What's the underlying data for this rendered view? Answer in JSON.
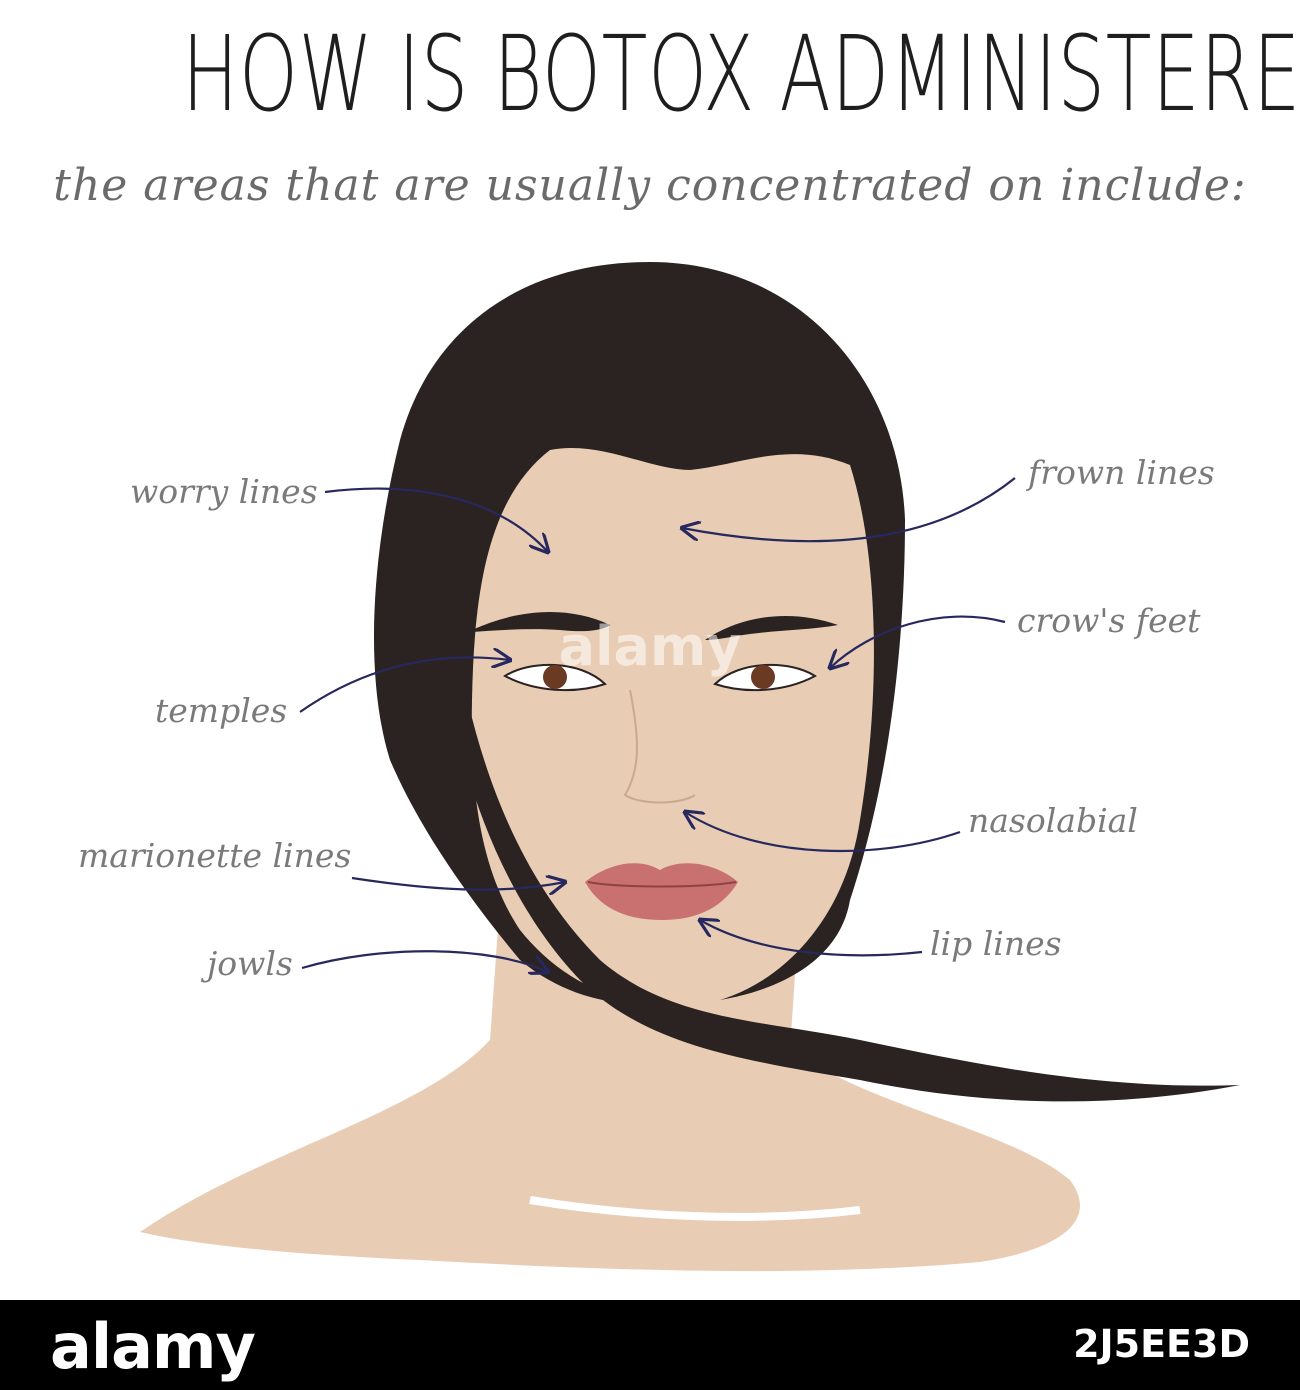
{
  "title": "HOW IS BOTOX ADMINISTERED?",
  "subtitle": "the areas that are usually concentrated on include:",
  "labels": {
    "worry_lines": "worry lines",
    "frown_lines": "frown lines",
    "crows_feet": "crow's feet",
    "temples": "temples",
    "nasolabial": "nasolabial",
    "marionette_lines": "marionette lines",
    "jowls": "jowls",
    "lip_lines": "lip lines"
  },
  "watermark": "alamy",
  "footer": {
    "logo": "alamy",
    "image_id": "2J5EE3D"
  },
  "colors": {
    "skin": "#e8cdb4",
    "hair": "#2b2222",
    "arrow": "#26285e",
    "lips": "#c97070",
    "label": "#7a7a7a"
  }
}
